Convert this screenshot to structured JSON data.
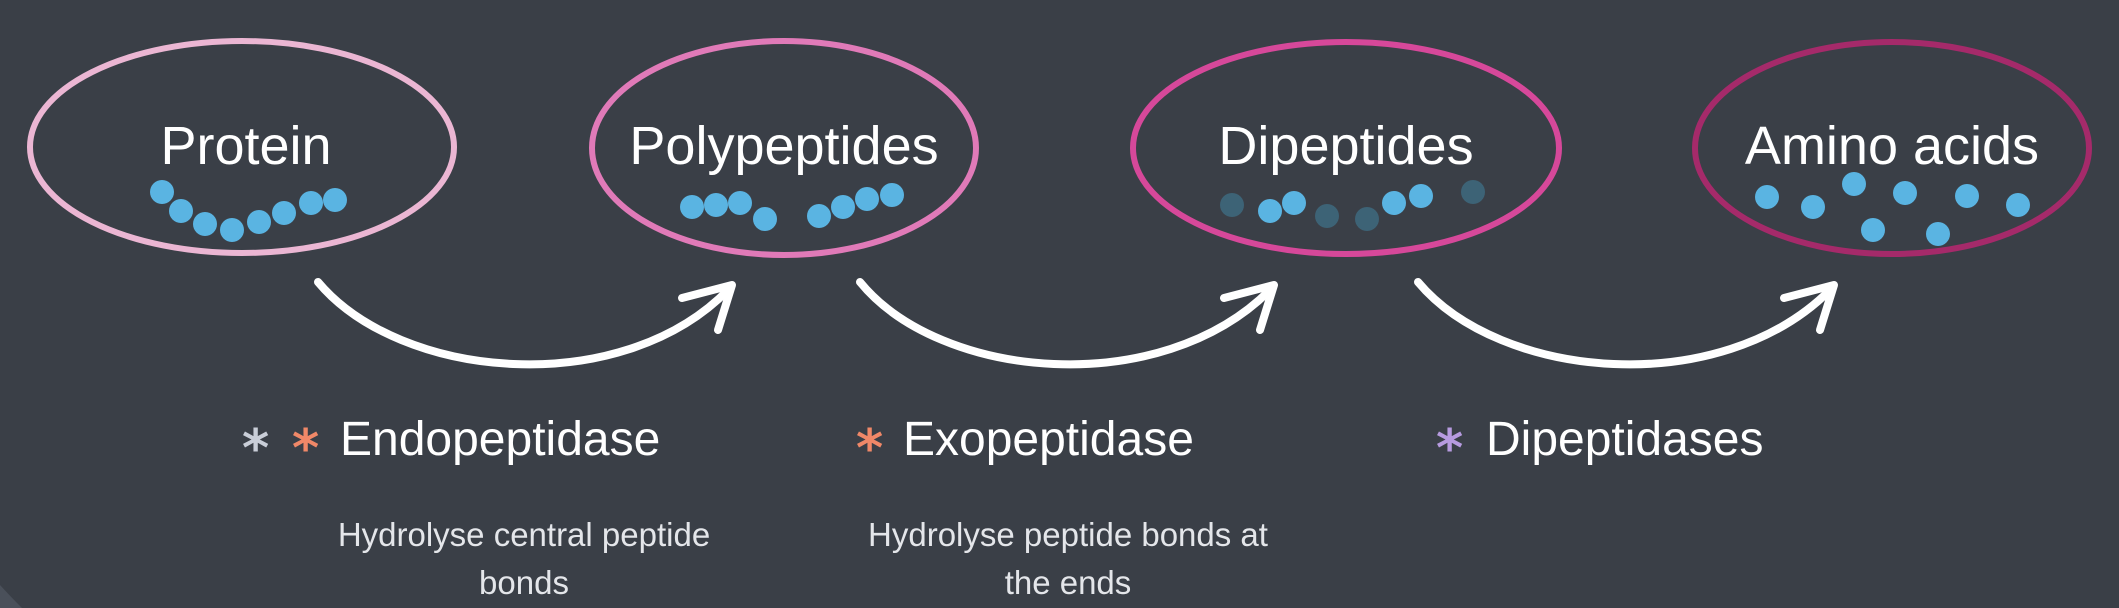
{
  "stages": [
    {
      "label": "Protein",
      "ring_color": "#ebb6d3"
    },
    {
      "label": "Polypeptides",
      "ring_color": "#e07ab8"
    },
    {
      "label": "Dipeptides",
      "ring_color": "#d6489a"
    },
    {
      "label": "Amino acids",
      "ring_color": "#a52a6a"
    }
  ],
  "enzymes": [
    {
      "name": "Endopeptidase",
      "asterisks": [
        {
          "glyph": "*",
          "color": "#c9ced8"
        },
        {
          "glyph": "*",
          "color": "#f08868"
        }
      ],
      "desc_line1": "Hydrolyse central peptide",
      "desc_line2": "bonds"
    },
    {
      "name": "Exopeptidase",
      "asterisks": [
        {
          "glyph": "*",
          "color": "#f08868"
        }
      ],
      "desc_line1": "Hydrolyse peptide bonds at",
      "desc_line2": "the ends"
    },
    {
      "name": "Dipeptidases",
      "asterisks": [
        {
          "glyph": "*",
          "color": "#b79be0"
        }
      ],
      "desc_line1": "",
      "desc_line2": ""
    }
  ],
  "colors": {
    "background": "#3a3f47",
    "amino_acid": "#5ab4e2",
    "removed_amino_acid": "#3d6376",
    "arrow": "#ffffff"
  }
}
